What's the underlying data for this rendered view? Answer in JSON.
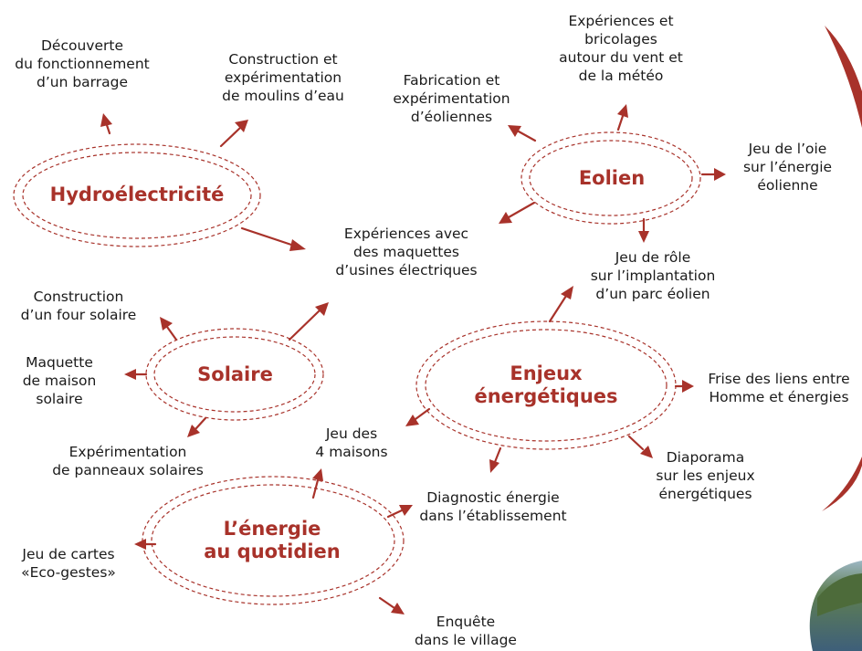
{
  "accent_color": "#a8322a",
  "hubs": {
    "hydro": "Hydroélectricité",
    "eolien": "Eolien",
    "solaire": "Solaire",
    "enjeux": "Enjeux\nénergétiques",
    "quotidien": "L’énergie\nau quotidien"
  },
  "labels": {
    "barrage": "Découverte\ndu fonctionnement\nd’un barrage",
    "moulins": "Construction et\nexpérimentation\nde moulins d’eau",
    "eoliennes": "Fabrication et\nexpérimentation\nd’éoliennes",
    "vent": "Expériences et\nbricolages\nautour du vent et\nde la météo",
    "oie": "Jeu de l’oie\nsur l’énergie\néolienne",
    "maquettes": "Expériences avec\ndes maquettes\nd’usines électriques",
    "role": "Jeu de rôle\nsur l’implantation\nd’un parc éolien",
    "four": "Construction\nd’un four solaire",
    "maison_solaire": "Maquette\nde maison\nsolaire",
    "panneaux": "Expérimentation\nde panneaux solaires",
    "frise": "Frise des liens entre\nHomme et énergies",
    "quatre_maisons": "Jeu des\n4 maisons",
    "diaporama": "Diaporama\nsur les enjeux\nénergétiques",
    "diagnostic": "Diagnostic énergie\ndans l’établissement",
    "cartes": "Jeu de cartes\n«Eco-gestes»",
    "enquete": "Enquête\ndans le village"
  }
}
